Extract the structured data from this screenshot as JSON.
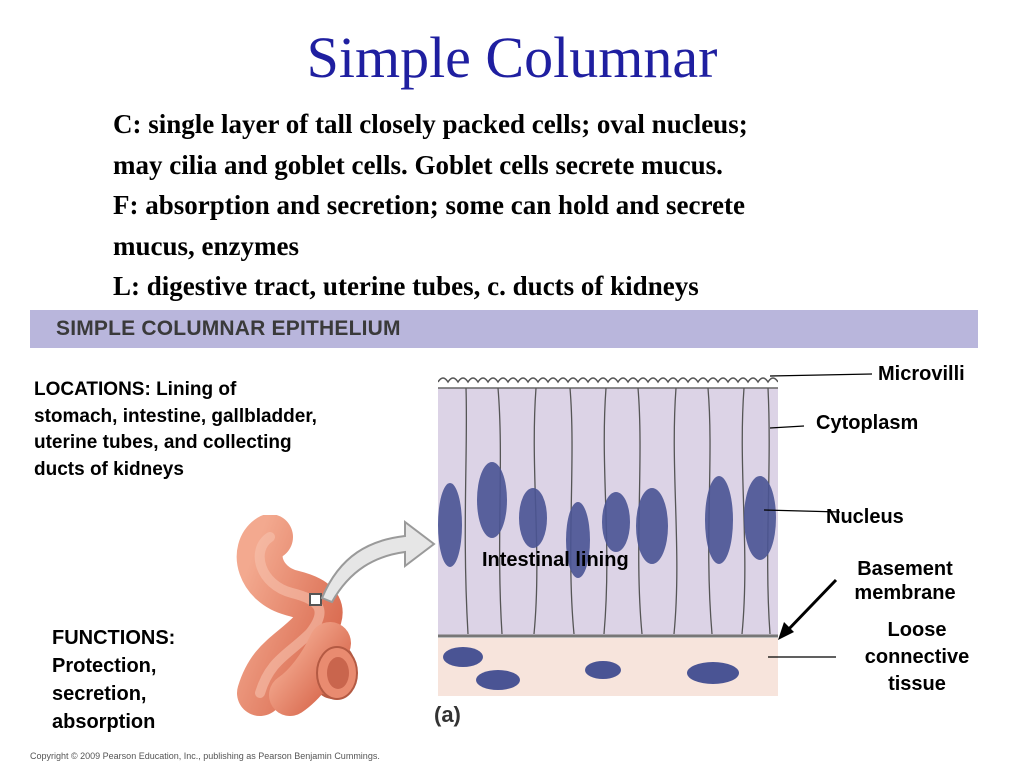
{
  "slide": {
    "title": "Simple Columnar",
    "description_lines": [
      "C:  single layer of tall closely packed cells; oval nucleus;",
      "may cilia and goblet cells.  Goblet cells secrete mucus.",
      "F:  absorption and secretion; some can hold and secrete",
      "mucus, enzymes",
      "L:  digestive tract, uterine tubes, c. ducts of kidneys"
    ]
  },
  "figure": {
    "banner": "SIMPLE COLUMNAR EPITHELIUM",
    "locations_lines": [
      "LOCATIONS: Lining of",
      "stomach, intestine, gallbladder,",
      "uterine tubes, and collecting",
      "ducts of kidneys"
    ],
    "functions_lines": [
      "FUNCTIONS:",
      "Protection,",
      "secretion,",
      "absorption"
    ],
    "labels": {
      "microvilli": "Microvilli",
      "cytoplasm": "Cytoplasm",
      "nucleus": "Nucleus",
      "basement_membrane_lines": [
        "Basement",
        "membrane"
      ],
      "loose_connective_lines": [
        "Loose",
        "connective",
        "tissue"
      ],
      "intestinal_lining": "Intestinal lining"
    },
    "panel_caption": "(a)"
  },
  "copyright": "Copyright © 2009 Pearson Education, Inc., publishing as Pearson Benjamin Cummings.",
  "colors": {
    "title": "#1f1fa0",
    "banner": "#b9b6dc",
    "cell_fill": "#dcd3e6",
    "nucleus": "#4a5494",
    "connective": "#f7e4dc",
    "intestine": "#e8856a"
  }
}
